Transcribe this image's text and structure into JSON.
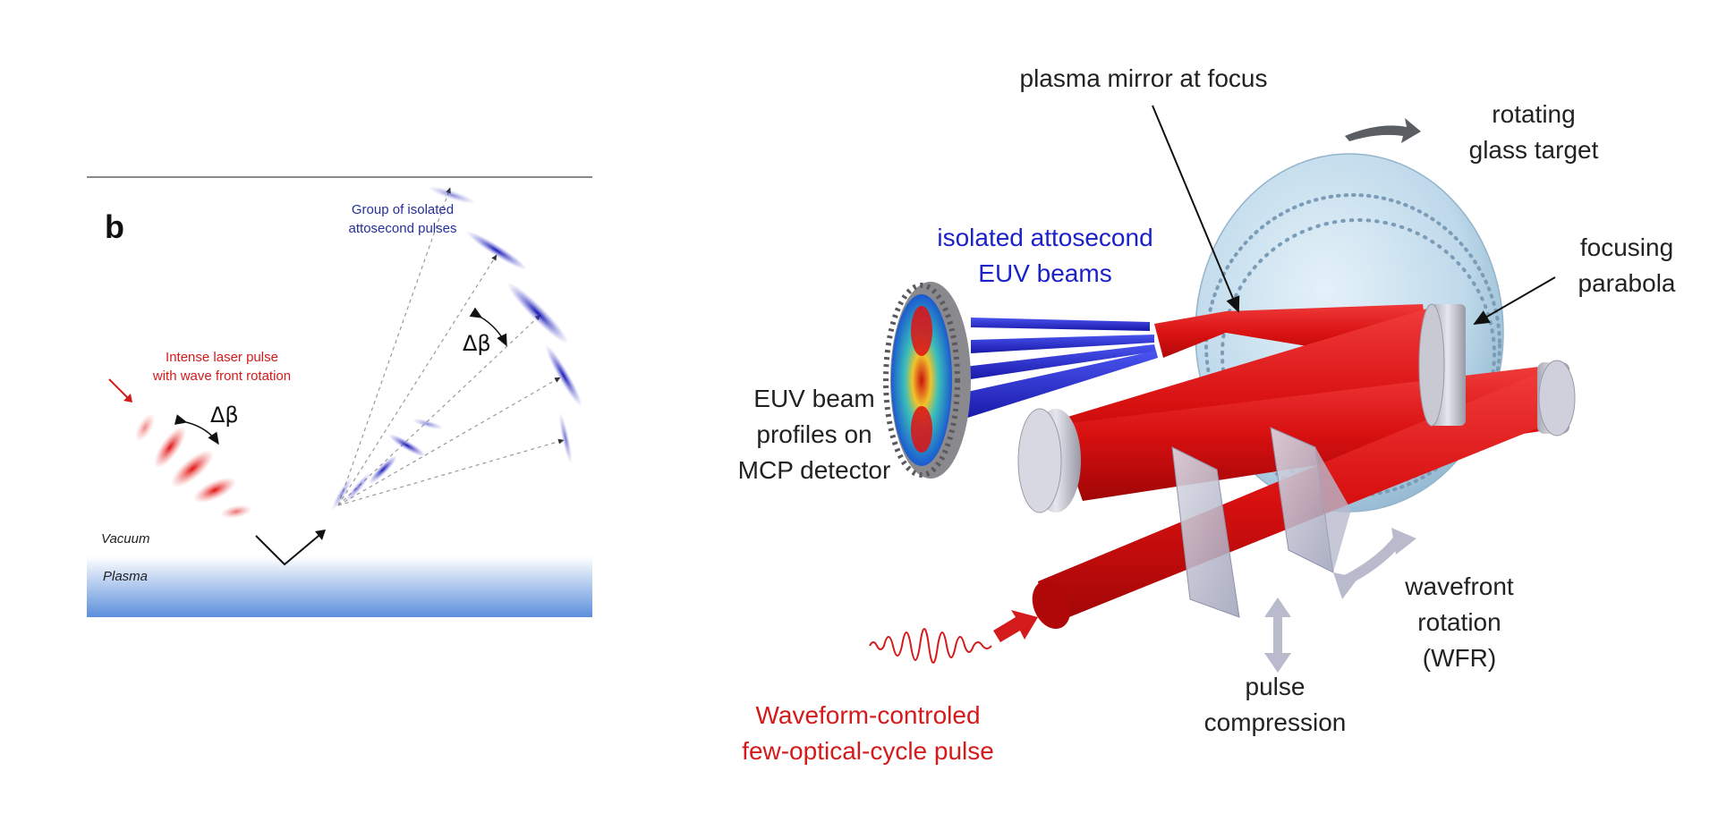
{
  "panel_b": {
    "letter": "b",
    "group_label": [
      "Group of isolated",
      "attosecond pulses"
    ],
    "laser_label": [
      "Intense laser pulse",
      "with wave front rotation"
    ],
    "delta_beta": "Δβ",
    "vacuum": "Vacuum",
    "plasma": "Plasma"
  },
  "setup": {
    "plasma_mirror": "plasma mirror at focus",
    "rotating_target": [
      "rotating",
      "glass target"
    ],
    "euv_beams": [
      "isolated attosecond",
      "EUV beams"
    ],
    "focusing_parabola": [
      "focusing",
      "parabola"
    ],
    "beam_profiles": [
      "EUV beam",
      "profiles on",
      "MCP detector"
    ],
    "wavefront_rotation": [
      "wavefront",
      "rotation",
      "(WFR)"
    ],
    "pulse_compression": [
      "pulse",
      "compression"
    ],
    "input_pulse": [
      "Waveform-controled",
      "few-optical-cycle pulse"
    ]
  },
  "colors": {
    "laser_red": "#d41a1a",
    "euv_blue": "#1b22c8",
    "glass_blue": "#bcd8ea",
    "plasma_blue": "#5b8fdc"
  }
}
